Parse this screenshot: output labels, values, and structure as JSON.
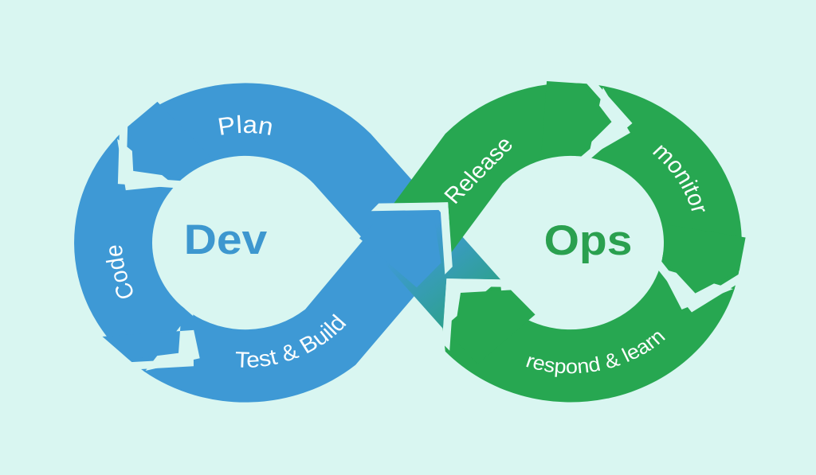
{
  "diagram": {
    "type": "devops-infinity-loop",
    "background_color": "#d9f6f1",
    "dev_loop": {
      "title": "Dev",
      "title_color": "#3d97cf",
      "band_color": "#3e99d5",
      "labels": {
        "plan": "Plan",
        "code": "Code",
        "test_build": "Test & Build"
      }
    },
    "ops_loop": {
      "title": "Ops",
      "title_color": "#2aa04f",
      "band_color": "#27a751",
      "labels": {
        "release": "Release",
        "monitor": "monitor",
        "respond_learn": "respond & learn"
      }
    },
    "crossover_gradient_color": "#2ba283"
  }
}
